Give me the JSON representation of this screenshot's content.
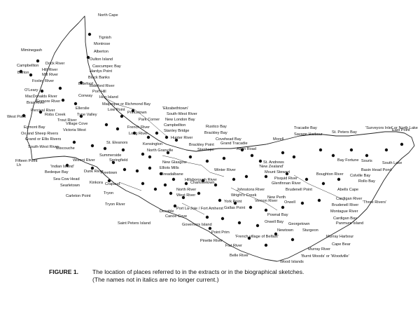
{
  "map": {
    "labels": [
      "North Cape",
      "Tignish",
      "Montrose",
      "Miminegash",
      "Alberton",
      "Dock River",
      "Campbellton",
      "Oulton Island",
      "Hill River",
      "Cascumpec Bay",
      "Burton",
      "Mill River",
      "Hardys Point",
      "Black Banks",
      "Foxley River",
      "Bideford",
      "Bideford River",
      "O'Leary",
      "Port Hill",
      "Hog Island",
      "MacDonalds River",
      "Conway",
      "Enmore River",
      "Bras River",
      "Malpeque or Richmond Bay",
      "Low Point",
      "Percival River",
      "Ellerslie",
      "Robs Creek",
      "West Point",
      "Trout River",
      "'Elizabethtown'",
      "Princetown",
      "South-West River",
      "Egmont Bay",
      "Tyne Valley",
      "Park Corner",
      "New London Bay",
      "Ox and Sheep Rivers",
      "Village Cove",
      "Victoria West",
      "French River",
      "Rustico Bay",
      "Long River",
      "Campbellton",
      "Grand or Ellis Rivers",
      "Stanley Bridge",
      "Tracadie Bay",
      "Savage Harbour",
      "St. Peters Bay",
      "'Surveyors Inlet' or North Lake",
      "East Point",
      "Brackley Bay",
      "Hunter River",
      "Covehead Bay",
      "Grand Tracadie",
      "Morell",
      "South-West River",
      "St. Eleanors",
      "Kensington",
      "Miscouche",
      "North Granville",
      "Summerside",
      "Wilmot River",
      "Fifteen Point",
      "'Indian Island'",
      "Springfield",
      "Brackley Point",
      "Stanhope",
      "Afton Road",
      "St. Andrews",
      "'New Zealand'",
      "Mount Stewart",
      "Souris",
      "Bay Fortune",
      "South Lake",
      "Basin Head Pond",
      "Colville Bay",
      "Rollo Bay",
      "Bedeque Bay",
      "Dunk River",
      "New Glasgow",
      "Elliots Mills",
      "Winter River",
      "Pisquid River",
      "Boughton River",
      "Sea Cow Head",
      "Freetown",
      "Breadalbane",
      "Hillsborough River",
      "Glenfinnan River",
      "Abells Cape",
      "Kinkora",
      "Crapaud",
      "North River",
      "Charlottetown",
      "Johnstons River",
      "Brudenell Point",
      "Cardigan River",
      "Searletown",
      "Tryon",
      "West River",
      "Wright's Creek",
      "Brudenell River",
      "Montague River",
      "'Three Rivers'",
      "Carleton Point",
      "Tryon River",
      "York Point",
      "Vernon River",
      "New Perth",
      "Orwell",
      "Cardigan Bay",
      "Panmure Island",
      "Desable",
      "Port La-Joie / Fort Amherst",
      "Canoe Cove",
      "Gallas Point",
      "Pownal Bay",
      "Georgetown",
      "Saint Peters Island",
      "Orwell Bay",
      "Governors Island",
      "Newtown",
      "Sturgeon",
      "Point Prim",
      "Murray Harbour",
      "Pinette River",
      "Cape Bear",
      "'French village of Belfast'",
      "Flat River",
      "Belle River",
      "'Burnt Woods' or 'Woodville'",
      "Murray River",
      "Wood Islands",
      "Lh"
    ]
  },
  "caption": {
    "label": "FIGURE 1.",
    "line1": "The location of places referred to in the extracts or in the biographical sketches.",
    "line2": "(The names not in italics are no longer current.)"
  },
  "colors": {
    "ink": "#111111",
    "background": "#ffffff"
  }
}
